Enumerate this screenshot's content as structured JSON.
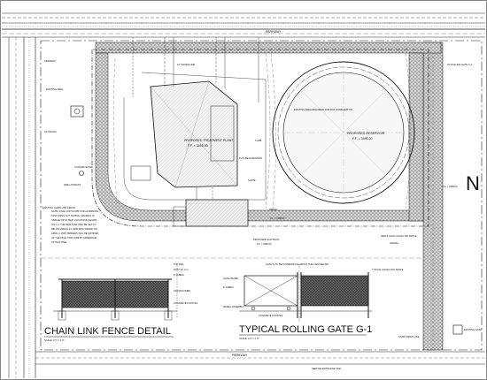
{
  "drawing": {
    "colors": {
      "ink": "#111111",
      "paper": "#ffffff",
      "gravel": "#8a8a8a",
      "fence_fill": "#555555"
    },
    "north_arrow": {
      "letter": "N"
    },
    "buildings": {
      "plant": {
        "title": "PROPOSED TREATMENT PLANT",
        "ff": "F.F. = 3495.00"
      },
      "reservoir": {
        "title": "PROPOSED RESERVOIR",
        "ff": "F.F. = 3490.00",
        "inner_note": "EXISTING AREA REQUIRED FOR SOIL STABILIZATION"
      },
      "salt_bldg": {
        "title": "PROPOSED SALT BLDG.",
        "ff": "F.F. = 3486.00"
      }
    },
    "general_note": {
      "lines": [
        "NOTE: FINAL CONTOURS FOR ALTERNATE",
        "TANK SIZES NOT SHOWN. GRADING IS",
        "SIMILAR WITH TANK LOCATIONS SHOWN",
        "ON C-1. THE NEW TANK WILL BE SET TO",
        "BID ON MARCH 24, 2005 WITH AWARD ON",
        "APRIL 4, 2005. BIDDERS WILL BE NOTIFIED",
        "OF THE FINAL TANK SIZE BY ADDENDUM",
        "AT THAT TIME."
      ]
    },
    "details": {
      "fence": {
        "title": "CHAIN LINK FENCE DETAIL",
        "scale": "SCALE: 1/4\" = 1'-0\""
      },
      "gate": {
        "title": "TYPICAL ROLLING GATE G-1",
        "scale": "SCALE: 1/4\" = 1'-0\""
      }
    },
    "labels": {
      "parkway": "PARKWAY",
      "fl_a": "F.L. = 3489.00",
      "fl_b": "F.L. = 3488.00",
      "driveway": "DRIVEWAY",
      "existing_well": "EXISTING WELL",
      "ac_paving": "AC PAVING",
      "gravel": "GRAVEL",
      "new_fence": "NEW 6' HIGH CHAIN LINK FENCE",
      "existing_fence": "EXISTING CHAIN LINK FENCE",
      "rolling_gate": "20' ROLLING GATE G-1",
      "future_expansion": "FUTURE EXPANSION",
      "concrete_pad": "CONCRETE PAD",
      "curb": "CURB",
      "slope": "SLOPE",
      "swale": "SWALE",
      "water_line": "12\" WATER LINE",
      "fire_hydrant": "FIRE HYDRANT",
      "existing_gate": "EXISTING GATE",
      "service_sign": "SERVICE ENTRANCE SIGN",
      "start_drain": "START DRAIN LINE",
      "fence_notes": [
        "TOP RAIL",
        "POST 10' O.C.",
        "6' FABRIC",
        "TENSION WIRE",
        "CONCRETE FOOTING"
      ],
      "gate_notes": [
        "GATE IS TO BE SYMMETRICAL ABOUT THIS CENTERLINE",
        "GATE FRAME",
        "6' FABRIC",
        "WHEEL ASSEMBLY",
        "CONCRETE FOOTING",
        "TYPICAL CHAIN LINK FENCE"
      ]
    }
  }
}
